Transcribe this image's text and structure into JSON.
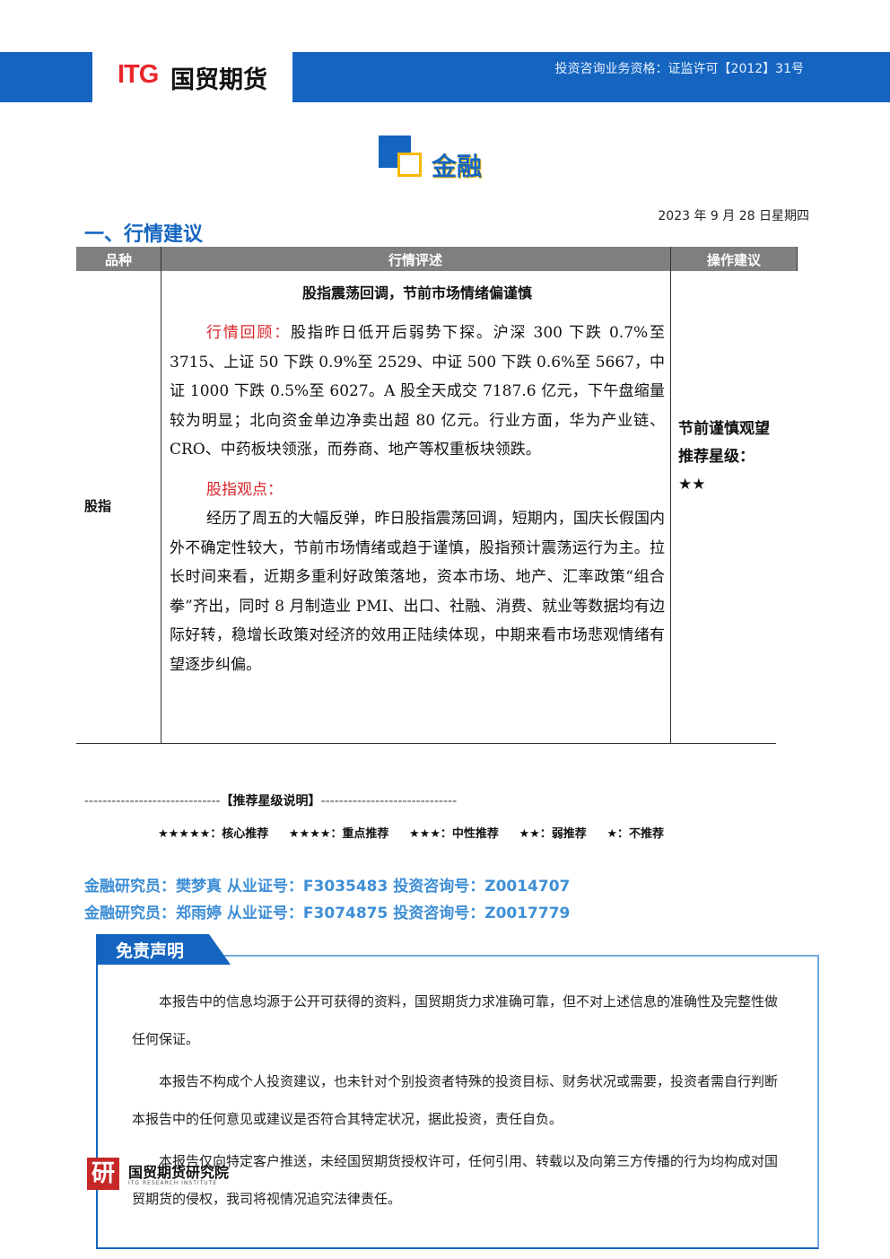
{
  "header": {
    "logo_latin": "ITG",
    "logo_cn": "国贸期货",
    "license": "投资咨询业务资格：证监许可【2012】31号"
  },
  "section": {
    "title": "金融"
  },
  "date": "2023 年 9 月 28 日星期四",
  "heading": "一、行情建议",
  "table": {
    "headers": [
      "品种",
      "行情评述",
      "操作建议"
    ],
    "product": "股指",
    "review_title": "股指震荡回调，节前市场情绪偏谨慎",
    "review_label": "行情回顾：",
    "review_text": "股指昨日低开后弱势下探。沪深 300 下跌 0.7%至 3715、上证 50 下跌 0.9%至 2529、中证 500 下跌 0.6%至 5667，中证 1000 下跌 0.5%至 6027。A 股全天成交 7187.6 亿元，下午盘缩量较为明显；北向资金单边净卖出超 80 亿元。行业方面，华为产业链、CRO、中药板块领涨，而券商、地产等权重板块领跌。",
    "view_label": "股指观点：",
    "view_text": "经历了周五的大幅反弹，昨日股指震荡回调，短期内，国庆长假国内外不确定性较大，节前市场情绪或趋于谨慎，股指预计震荡运行为主。拉长时间来看，近期多重利好政策落地，资本市场、地产、汇率政策“组合拳”齐出，同时 8 月制造业 PMI、出口、社融、消费、就业等数据均有边际好转，稳增长政策对经济的效用正陆续体现，中期来看市场悲观情绪有望逐步纠偏。",
    "advice": "节前谨慎观望",
    "rating_label": "推荐星级：",
    "rating_stars": "★★"
  },
  "stars": {
    "dashes_left": "------------------------------",
    "title": "【推荐星级说明】",
    "dashes_right": "------------------------------",
    "legend": [
      "★★★★★：核心推荐",
      "★★★★：重点推荐",
      "★★★：中性推荐",
      "★★：弱推荐",
      "★：不推荐"
    ]
  },
  "researchers": [
    "金融研究员：樊梦真   从业证号：F3035483 投资咨询号：Z0014707",
    "金融研究员：郑雨婷   从业证号：F3074875  投资咨询号：Z0017779"
  ],
  "disclaimer": {
    "title": "免责声明",
    "paragraphs": [
      "本报告中的信息均源于公开可获得的资料，国贸期货力求准确可靠，但不对上述信息的准确性及完整性做任何保证。",
      "本报告不构成个人投资建议，也未针对个别投资者特殊的投资目标、财务状况或需要，投资者需自行判断本报告中的任何意见或建议是否符合其特定状况，据此投资，责任自负。",
      "本报告仅向特定客户推送，未经国贸期货授权许可，任何引用、转载以及向第三方传播的行为均构成对国贸期货的侵权，我司将视情况追究法律责任。"
    ]
  },
  "footer": {
    "logo_char": "研",
    "name": "国贸期货研究院",
    "name_en": "ITG RESEARCH INSTITUTE"
  },
  "colors": {
    "brand_blue": "#1565c0",
    "brand_red": "#e8262b",
    "accent_yellow": "#f6b800"
  }
}
